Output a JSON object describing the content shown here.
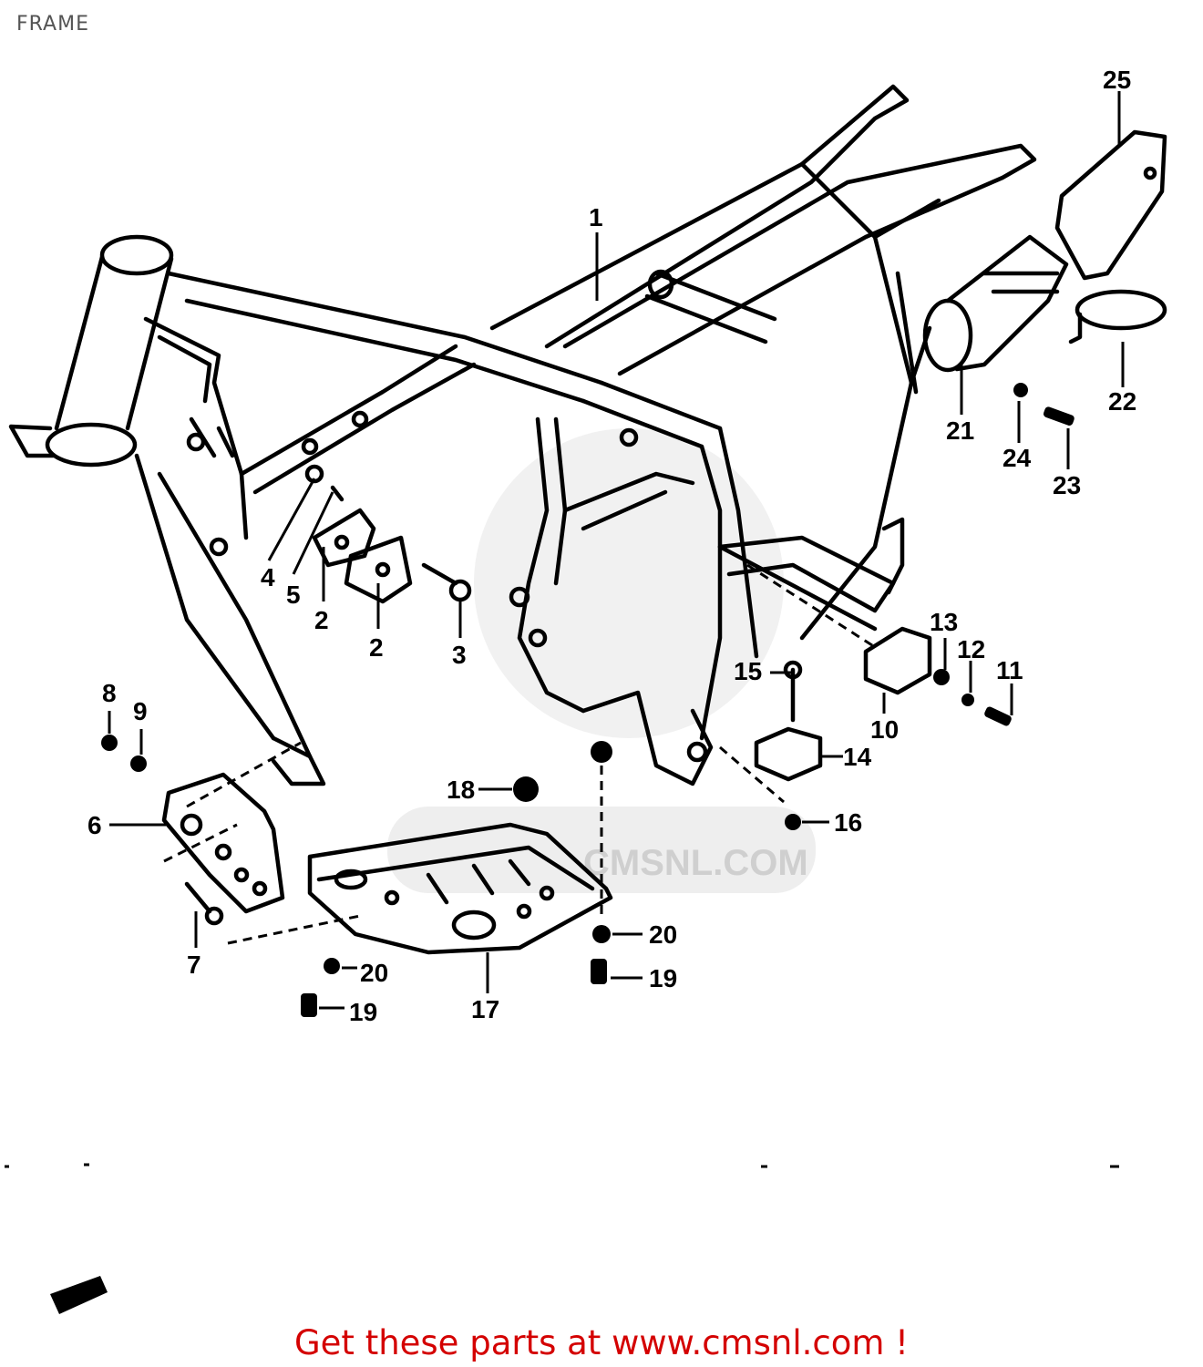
{
  "header": {
    "title": "FRAME"
  },
  "footer": {
    "cta": "Get these parts at www.cmsnl.com !"
  },
  "watermark": {
    "text": "CMSNL.COM"
  },
  "callouts": [
    {
      "id": "c1",
      "label": "1"
    },
    {
      "id": "c2a",
      "label": "2"
    },
    {
      "id": "c2b",
      "label": "2"
    },
    {
      "id": "c3",
      "label": "3"
    },
    {
      "id": "c4",
      "label": "4"
    },
    {
      "id": "c5",
      "label": "5"
    },
    {
      "id": "c6",
      "label": "6"
    },
    {
      "id": "c7",
      "label": "7"
    },
    {
      "id": "c8",
      "label": "8"
    },
    {
      "id": "c9",
      "label": "9"
    },
    {
      "id": "c10",
      "label": "10"
    },
    {
      "id": "c11",
      "label": "11"
    },
    {
      "id": "c12",
      "label": "12"
    },
    {
      "id": "c13",
      "label": "13"
    },
    {
      "id": "c14",
      "label": "14"
    },
    {
      "id": "c15",
      "label": "15"
    },
    {
      "id": "c16",
      "label": "16"
    },
    {
      "id": "c17",
      "label": "17"
    },
    {
      "id": "c18",
      "label": "18"
    },
    {
      "id": "c19a",
      "label": "19"
    },
    {
      "id": "c19b",
      "label": "19"
    },
    {
      "id": "c20a",
      "label": "20"
    },
    {
      "id": "c20b",
      "label": "20"
    },
    {
      "id": "c21",
      "label": "21"
    },
    {
      "id": "c22",
      "label": "22"
    },
    {
      "id": "c23",
      "label": "23"
    },
    {
      "id": "c24",
      "label": "24"
    },
    {
      "id": "c25",
      "label": "25"
    }
  ]
}
